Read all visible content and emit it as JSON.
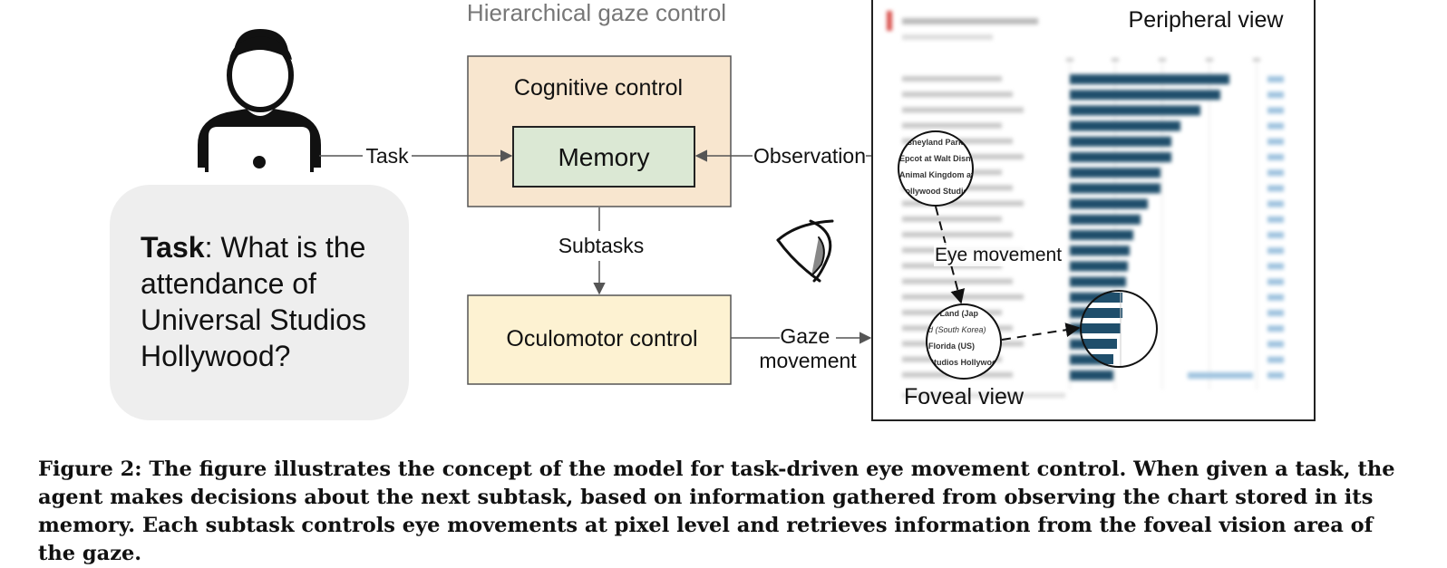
{
  "diagram": {
    "title": "Hierarchical gaze control",
    "nodes": {
      "cognitive_control": "Cognitive control",
      "memory": "Memory",
      "oculomotor_control": "Oculomotor control"
    },
    "edges": {
      "task": "Task",
      "observation": "Observation",
      "subtasks": "Subtasks",
      "gaze_movement_line1": "Gaze",
      "gaze_movement_line2": "movement",
      "eye_movement": "Eye movement"
    },
    "task_box": {
      "label": "Task",
      "text_line1": ": What is the",
      "text_line2": "attendance of",
      "text_line3": "Universal Studios",
      "text_line4": "Hollywood?"
    },
    "views": {
      "peripheral": "Peripheral view",
      "foveal": "Foveal view"
    },
    "magnifier_top": {
      "line1": "Disneyland Park (",
      "line2": "Epcot at Walt Disney",
      "line3": "Animal Kingdom at W",
      "line4": "Hollywood Studios"
    },
    "magnifier_bottom": {
      "line1": "ea Land (Jap",
      "line2": "d (South Korea)",
      "line3": "Florida (US)",
      "line4": "Studios Hollywoo"
    },
    "colors": {
      "cognitive_fill": "#f8e6cf",
      "memory_fill": "#dbe8d4",
      "oculomotor_fill": "#fdf2d2",
      "task_box_fill": "#eeeeee",
      "bar_color": "#1f4e6b"
    }
  },
  "caption": "Figure 2: The figure illustrates the concept of the model for task-driven eye movement control. When given a task, the agent makes decisions about the next subtask, based on information gathered from observing the chart stored in its memory. Each subtask controls eye movements at pixel level and retrieves information from the foveal vision area of the gaze."
}
